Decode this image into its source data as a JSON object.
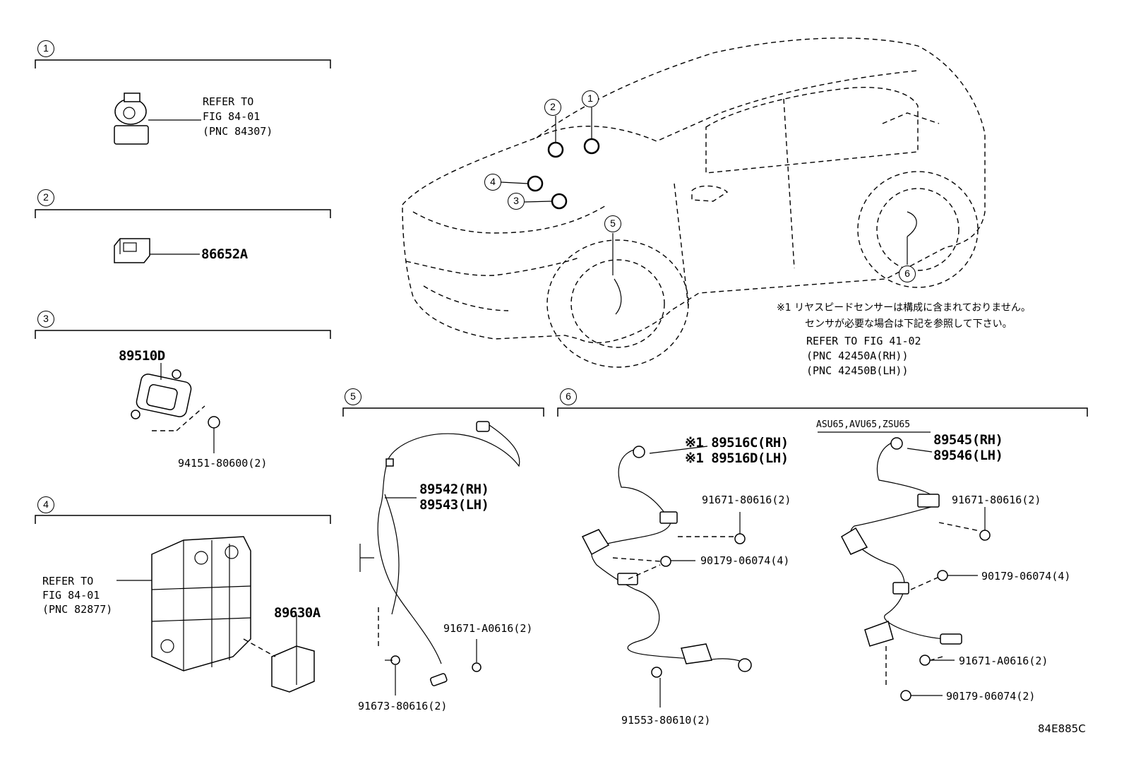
{
  "sections": [
    {
      "number": "1",
      "refer_lines": [
        "REFER TO",
        "FIG 84-01",
        "(PNC 84307)"
      ]
    },
    {
      "number": "2",
      "part": "86652A"
    },
    {
      "number": "3",
      "parts": [
        "89510D",
        "94151-80600(2)"
      ]
    },
    {
      "number": "4",
      "refer_lines": [
        "REFER TO",
        "FIG 84-01",
        "(PNC 82877)"
      ],
      "part": "89630A"
    },
    {
      "number": "5",
      "parts": [
        "89542(RH)",
        "89543(LH)",
        "91671-A0616(2)",
        "91673-80616(2)"
      ]
    },
    {
      "number": "6",
      "variant_label": "ASU65,AVU65,ZSU65",
      "left_parts": [
        "※1 89516C(RH)",
        "※1 89516D(LH)",
        "91671-80616(2)",
        "90179-06074(4)",
        "91553-80610(2)"
      ],
      "right_parts": [
        "89545(RH)",
        "89546(LH)",
        "91671-80616(2)",
        "90179-06074(4)",
        "91671-A0616(2)",
        "90179-06074(2)"
      ]
    }
  ],
  "car_callouts": [
    "1",
    "2",
    "3",
    "4",
    "5",
    "6"
  ],
  "note": {
    "line1": "※1 リヤスピードセンサーは構成に含まれておりません。",
    "line2": "センサが必要な場合は下記を参照して下さい。",
    "line3": "REFER TO FIG 41-02",
    "line4": "(PNC 42450A(RH))",
    "line5": "(PNC 42450B(LH))"
  },
  "figure_code": "84E885C"
}
